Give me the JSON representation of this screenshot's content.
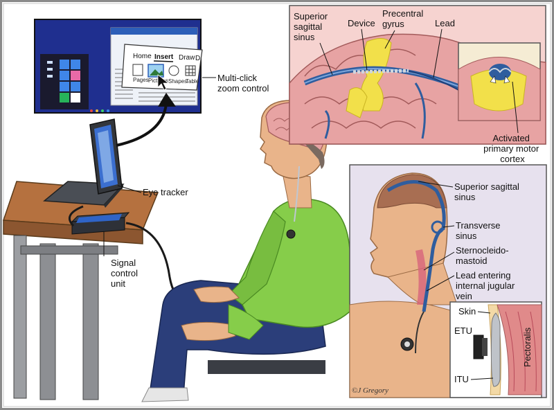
{
  "screen": {
    "ribbon_tabs": [
      "Home",
      "Insert",
      "Draw",
      "D"
    ],
    "ribbon_buttons": [
      "Pages",
      "Pictures",
      "Shapes",
      "Table"
    ]
  },
  "labels": {
    "multi_click": [
      "Multi-click",
      "zoom control"
    ],
    "eye_tracker": "Eye tracker",
    "signal_control_unit": [
      "Signal",
      "control",
      "unit"
    ],
    "superior_sagittal_sinus_top": [
      "Superior",
      "sagittal",
      "sinus"
    ],
    "device": "Device",
    "precentral_gyrus": [
      "Precentral",
      "gyrus"
    ],
    "lead": "Lead",
    "activated_cortex": [
      "Activated",
      "primary motor",
      "cortex"
    ],
    "superior_sagittal_sinus_head": [
      "Superior sagittal",
      "sinus"
    ],
    "transverse_sinus": [
      "Transverse",
      "sinus"
    ],
    "sternocleidomastoid": [
      "Sternocleido-",
      "mastoid"
    ],
    "lead_entering": [
      "Lead entering",
      "internal jugular",
      "vein"
    ],
    "skin": "Skin",
    "etu": "ETU",
    "itu": "ITU",
    "pectoralis": "Pectoralis",
    "signature": "©J Gregory"
  },
  "colors": {
    "brain_pink": "#e7a3a3",
    "gyrus_yellow": "#f2e04a",
    "vessel_blue": "#2f5d9e",
    "shirt_green": "#86cd4a",
    "jeans_blue": "#2b3e7a",
    "desk_wood": "#b5713f",
    "screen_blue": "#1f2f8f",
    "inset_bg": "#e7e1ee",
    "frame_gray": "#8a8a8a"
  }
}
